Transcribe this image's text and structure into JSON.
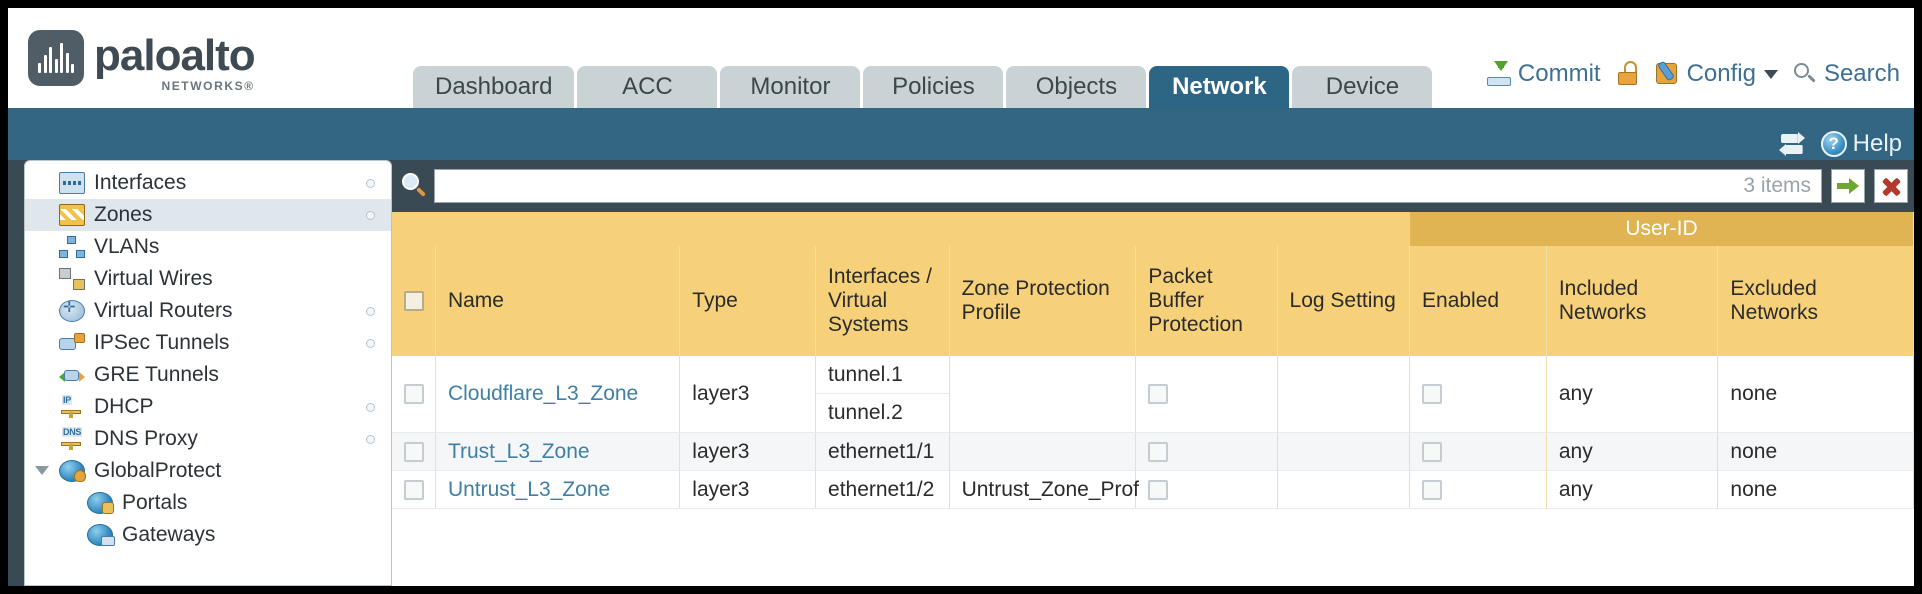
{
  "brand": {
    "name": "paloalto",
    "tagline": "NETWORKS®"
  },
  "nav": {
    "tabs": [
      {
        "label": "Dashboard",
        "active": false
      },
      {
        "label": "ACC",
        "active": false
      },
      {
        "label": "Monitor",
        "active": false
      },
      {
        "label": "Policies",
        "active": false
      },
      {
        "label": "Objects",
        "active": false
      },
      {
        "label": "Network",
        "active": true
      },
      {
        "label": "Device",
        "active": false
      }
    ]
  },
  "top_actions": {
    "commit": "Commit",
    "config": "Config",
    "search": "Search"
  },
  "sub_bar": {
    "help": "Help"
  },
  "sidebar": {
    "items": [
      {
        "label": "Interfaces",
        "icon": "interfaces-icon",
        "selected": false,
        "dot": true,
        "child": false,
        "expander": false
      },
      {
        "label": "Zones",
        "icon": "zones-icon",
        "selected": true,
        "dot": true,
        "child": false,
        "expander": false
      },
      {
        "label": "VLANs",
        "icon": "vlans-icon",
        "selected": false,
        "dot": false,
        "child": false,
        "expander": false
      },
      {
        "label": "Virtual Wires",
        "icon": "virtual-wires-icon",
        "selected": false,
        "dot": false,
        "child": false,
        "expander": false
      },
      {
        "label": "Virtual Routers",
        "icon": "virtual-routers-icon",
        "selected": false,
        "dot": true,
        "child": false,
        "expander": false
      },
      {
        "label": "IPSec Tunnels",
        "icon": "ipsec-tunnels-icon",
        "selected": false,
        "dot": true,
        "child": false,
        "expander": false
      },
      {
        "label": "GRE Tunnels",
        "icon": "gre-tunnels-icon",
        "selected": false,
        "dot": false,
        "child": false,
        "expander": false
      },
      {
        "label": "DHCP",
        "icon": "dhcp-icon",
        "selected": false,
        "dot": true,
        "child": false,
        "expander": false
      },
      {
        "label": "DNS Proxy",
        "icon": "dns-proxy-icon",
        "selected": false,
        "dot": true,
        "child": false,
        "expander": false
      },
      {
        "label": "GlobalProtect",
        "icon": "globalprotect-icon",
        "selected": false,
        "dot": false,
        "child": false,
        "expander": true
      },
      {
        "label": "Portals",
        "icon": "portals-icon",
        "selected": false,
        "dot": false,
        "child": true,
        "expander": false
      },
      {
        "label": "Gateways",
        "icon": "gateways-icon",
        "selected": false,
        "dot": false,
        "child": true,
        "expander": false
      }
    ]
  },
  "search": {
    "value": "",
    "placeholder": "",
    "items_count": "3 items"
  },
  "table": {
    "group_header": "User-ID",
    "columns": [
      "Name",
      "Type",
      "Interfaces / Virtual Systems",
      "Zone Protection Profile",
      "Packet Buffer Protection",
      "Log Setting",
      "Enabled",
      "Included Networks",
      "Excluded Networks"
    ],
    "rows": [
      {
        "name": "Cloudflare_L3_Zone",
        "type": "layer3",
        "interfaces": [
          "tunnel.1",
          "tunnel.2"
        ],
        "zone_protection_profile": "",
        "packet_buffer_protection": false,
        "log_setting": "",
        "userid_enabled": false,
        "included_networks": "any",
        "excluded_networks": "none"
      },
      {
        "name": "Trust_L3_Zone",
        "type": "layer3",
        "interfaces": [
          "ethernet1/1"
        ],
        "zone_protection_profile": "",
        "packet_buffer_protection": false,
        "log_setting": "",
        "userid_enabled": false,
        "included_networks": "any",
        "excluded_networks": "none"
      },
      {
        "name": "Untrust_L3_Zone",
        "type": "layer3",
        "interfaces": [
          "ethernet1/2"
        ],
        "zone_protection_profile": "Untrust_Zone_Prof",
        "packet_buffer_protection": false,
        "log_setting": "",
        "userid_enabled": false,
        "included_networks": "any",
        "excluded_networks": "none"
      }
    ]
  },
  "colors": {
    "accent_blue": "#2d6585",
    "sub_bar": "#336683",
    "table_header": "#f7d179",
    "table_group_header": "#e0b453",
    "link": "#3f7fa5",
    "page_bg": "#3a4a55"
  }
}
